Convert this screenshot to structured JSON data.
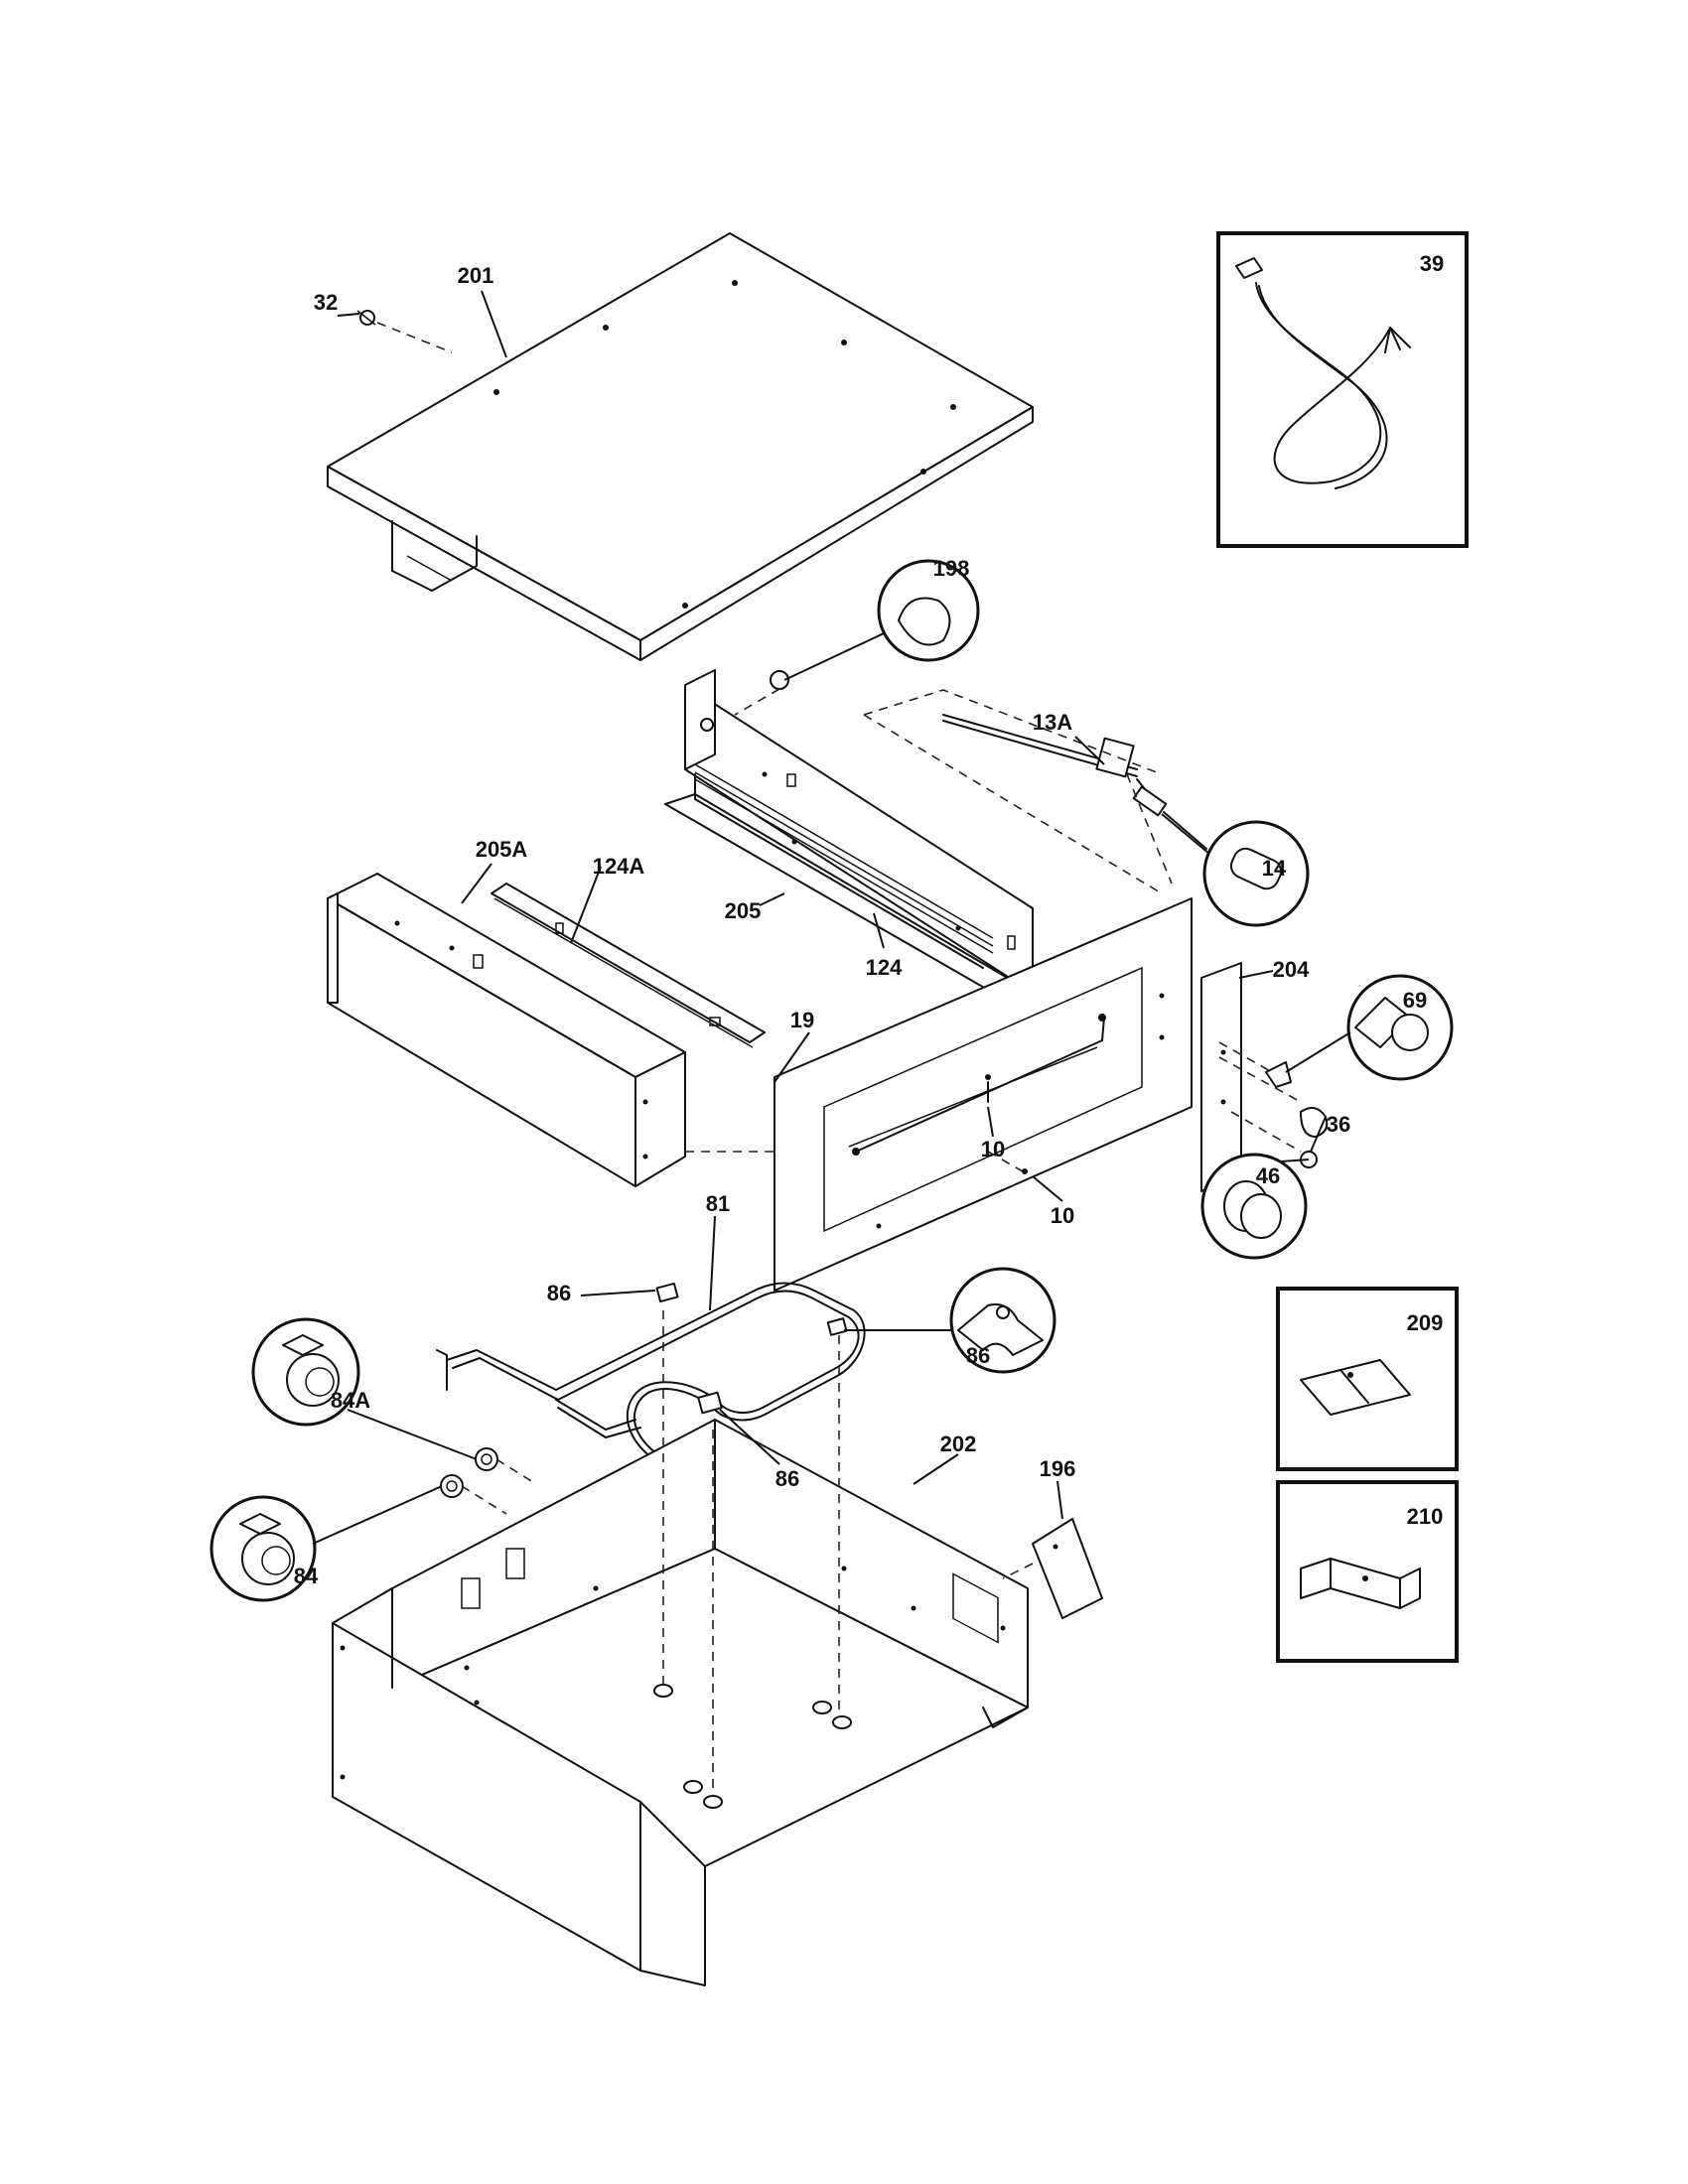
{
  "callouts": {
    "p201": "201",
    "p32": "32",
    "p39": "39",
    "p198": "198",
    "p13A": "13A",
    "p205A": "205A",
    "p124A": "124A",
    "p205": "205",
    "p124": "124",
    "p14": "14",
    "p204": "204",
    "p69": "69",
    "p19": "19",
    "p10a": "10",
    "p36": "36",
    "p10b": "10",
    "p46": "46",
    "p81": "81",
    "p86a": "86",
    "p86b": "86",
    "p86c": "86",
    "p84A": "84A",
    "p202": "202",
    "p196": "196",
    "p84": "84",
    "p209": "209",
    "p210": "210"
  }
}
